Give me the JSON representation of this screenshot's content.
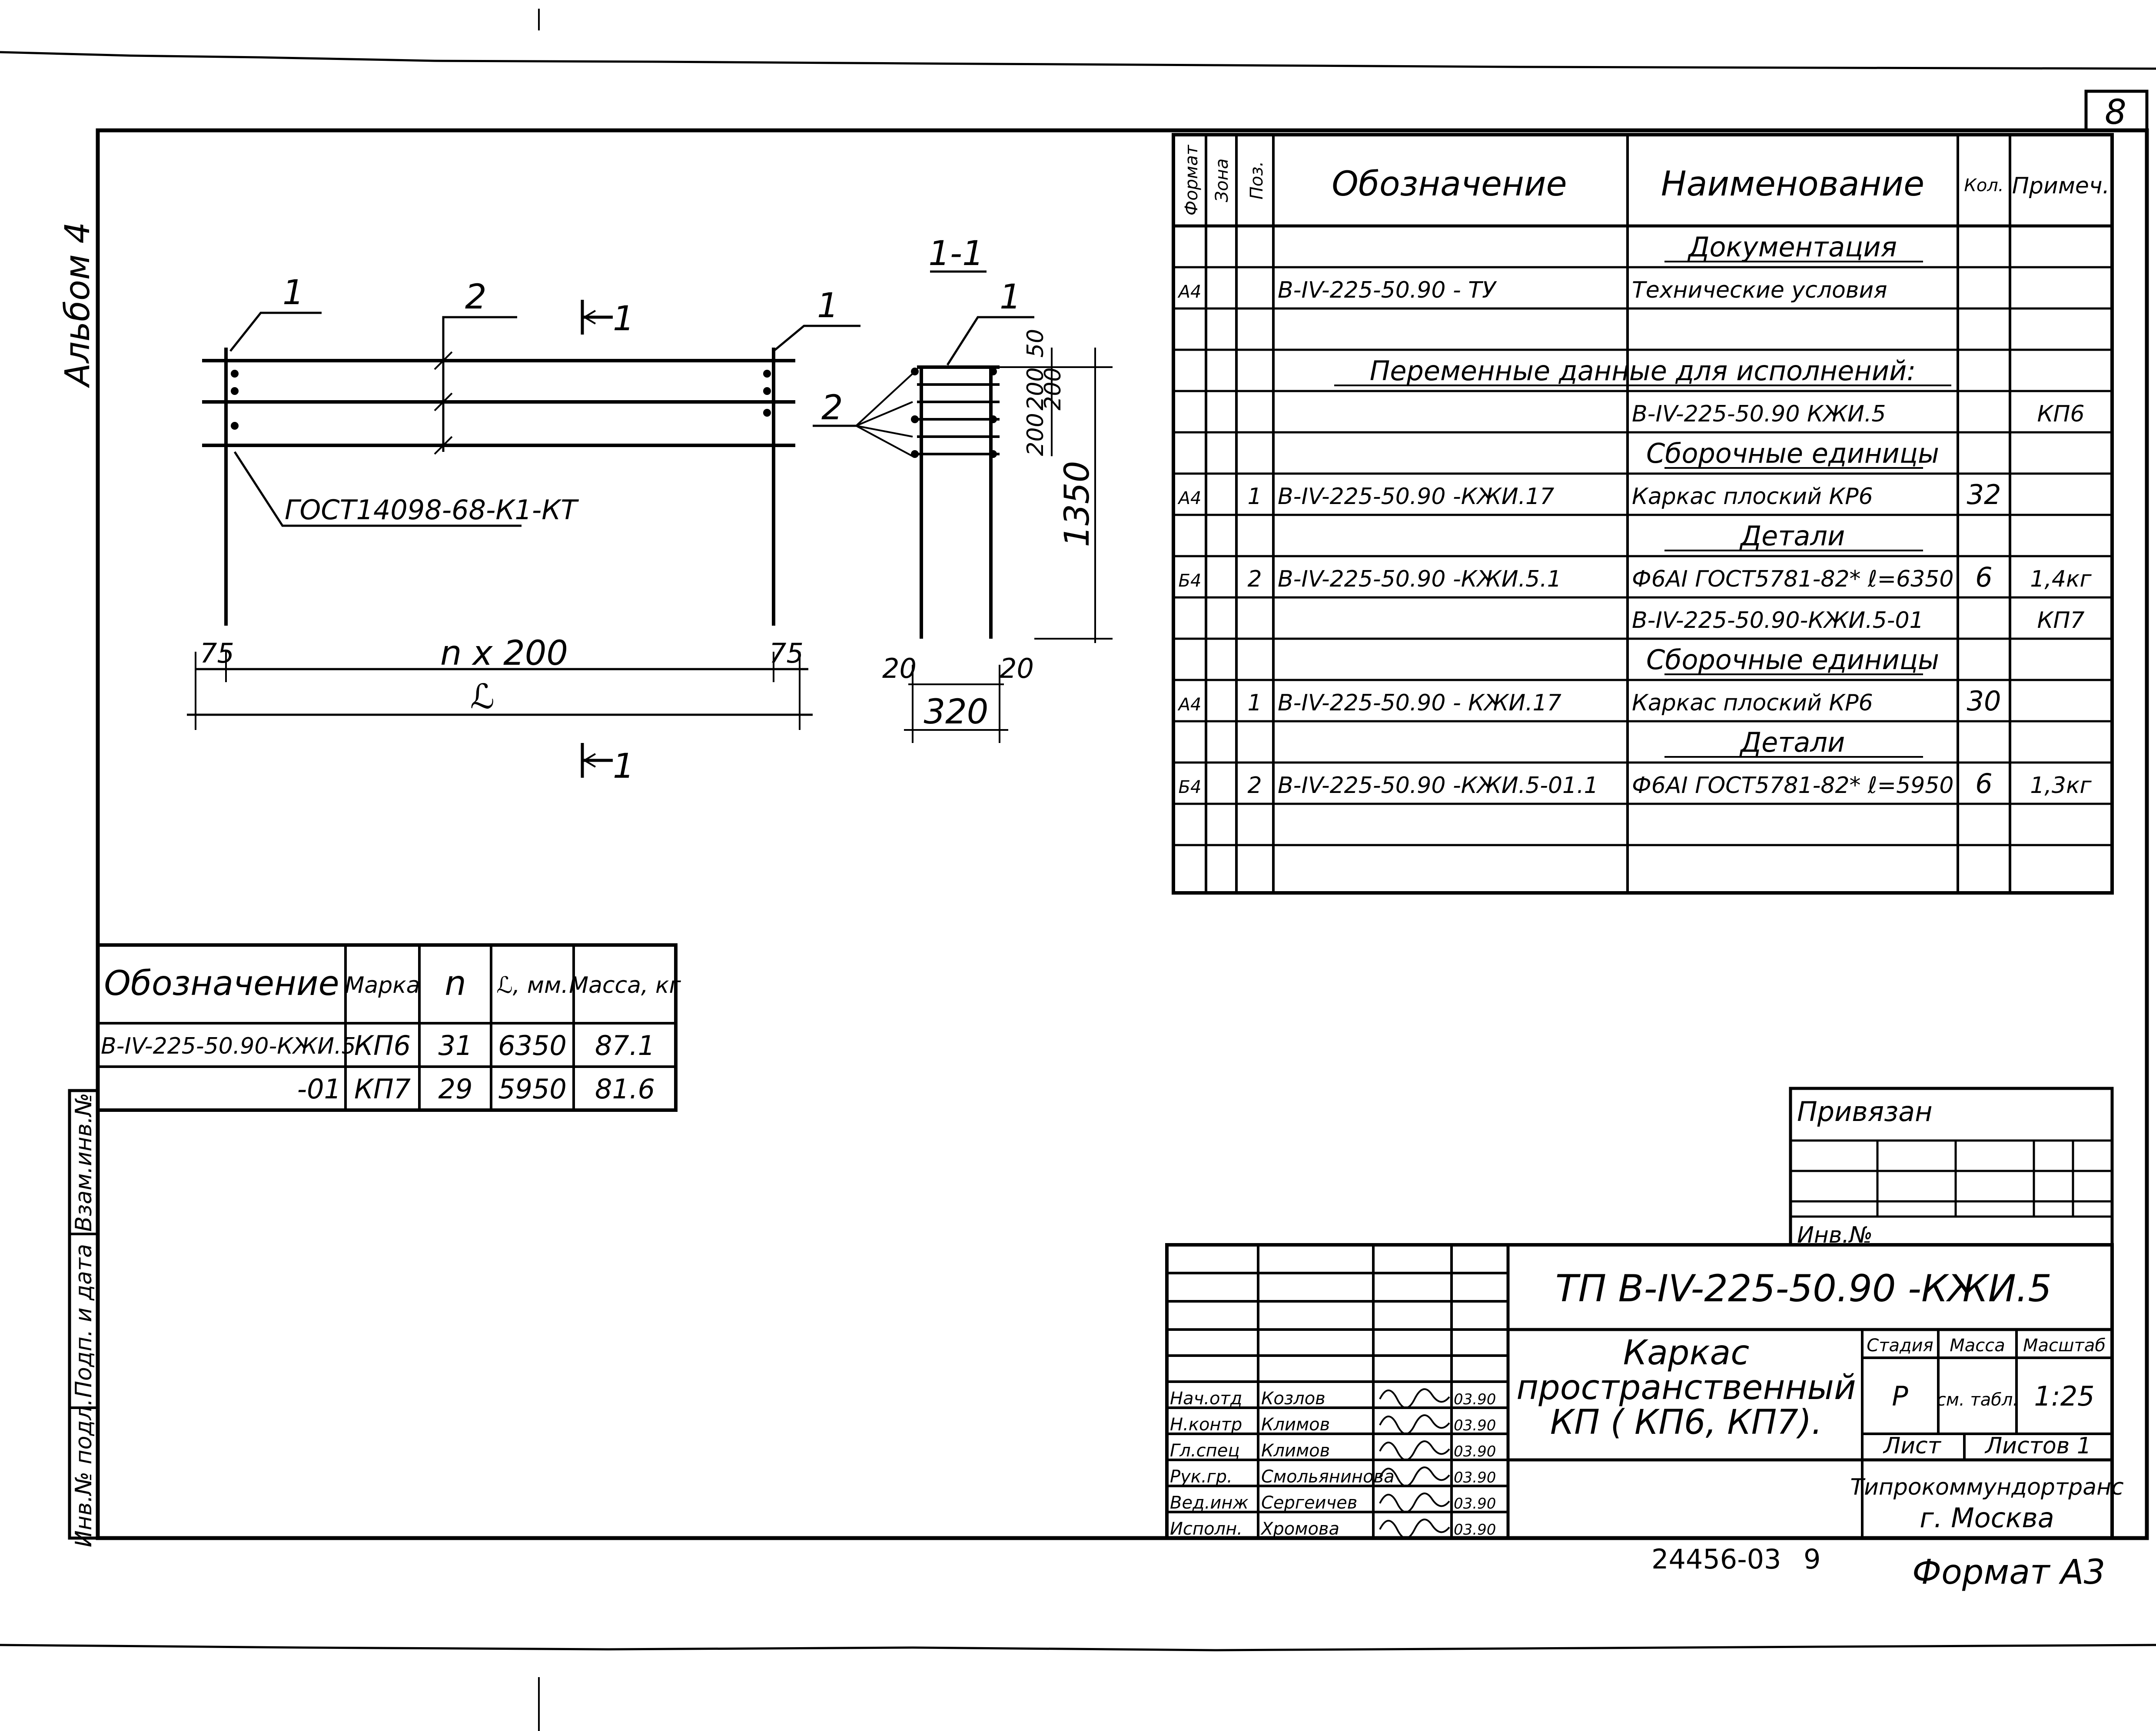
{
  "sheet": {
    "page_number": "8",
    "album": "Альбом 4",
    "format": "Формат А3",
    "inventory_stamp": "24456-03",
    "inventory_copy": "9"
  },
  "drawing": {
    "callout_1": "1",
    "callout_2": "2",
    "section_mark": "1",
    "weld_note": "ГОСТ14098-68-К1-КТ",
    "dim_end_left": "75",
    "dim_end_right": "75",
    "dim_pitch": "n x 200",
    "dim_total": "ℒ",
    "section_title": "1-1",
    "section_callout_1": "1",
    "section_callout_2": "2",
    "section_dim_top": "50",
    "section_dim_mid_a": "200",
    "section_dim_mid_b": "200",
    "section_dim_lower": "200",
    "section_dim_height": "1350",
    "section_dim_edge_left": "20",
    "section_dim_edge_right": "20",
    "section_dim_width": "320"
  },
  "spec_table": {
    "headers": [
      "Формат",
      "Зона",
      "Поз.",
      "Обозначение",
      "Наименование",
      "Кол.",
      "Примеч."
    ],
    "rows": [
      {
        "format": "",
        "zone": "",
        "pos": "",
        "designation": "",
        "name": "Документация",
        "qty": "",
        "note": "",
        "kind": "section"
      },
      {
        "format": "А4",
        "zone": "",
        "pos": "",
        "designation": "В-IV-225-50.90 - ТУ",
        "name": "Технические условия",
        "qty": "",
        "note": "",
        "kind": "item"
      },
      {
        "format": "",
        "zone": "",
        "pos": "",
        "designation": "",
        "name": "",
        "qty": "",
        "note": "",
        "kind": "blank"
      },
      {
        "format": "",
        "zone": "",
        "pos": "",
        "designation": "",
        "name": "Переменные данные для исполнений:",
        "qty": "",
        "note": "",
        "kind": "wide"
      },
      {
        "format": "",
        "zone": "",
        "pos": "",
        "designation": "",
        "name": "В-IV-225-50.90 КЖИ.5",
        "qty": "",
        "note": "КП6",
        "kind": "item"
      },
      {
        "format": "",
        "zone": "",
        "pos": "",
        "designation": "",
        "name": "Сборочные единицы",
        "qty": "",
        "note": "",
        "kind": "section"
      },
      {
        "format": "А4",
        "zone": "",
        "pos": "1",
        "designation": "В-IV-225-50.90 -КЖИ.17",
        "name": "Каркас плоский КР6",
        "qty": "32",
        "note": "",
        "kind": "item"
      },
      {
        "format": "",
        "zone": "",
        "pos": "",
        "designation": "",
        "name": "Детали",
        "qty": "",
        "note": "",
        "kind": "section"
      },
      {
        "format": "Б4",
        "zone": "",
        "pos": "2",
        "designation": "В-IV-225-50.90 -КЖИ.5.1",
        "name": "Ф6АI ГОСТ5781-82* ℓ=6350",
        "qty": "6",
        "note": "1,4кг",
        "kind": "item"
      },
      {
        "format": "",
        "zone": "",
        "pos": "",
        "designation": "",
        "name": "В-IV-225-50.90-КЖИ.5-01",
        "qty": "",
        "note": "КП7",
        "kind": "item"
      },
      {
        "format": "",
        "zone": "",
        "pos": "",
        "designation": "",
        "name": "Сборочные единицы",
        "qty": "",
        "note": "",
        "kind": "section"
      },
      {
        "format": "А4",
        "zone": "",
        "pos": "1",
        "designation": "В-IV-225-50.90 - КЖИ.17",
        "name": "Каркас плоский КР6",
        "qty": "30",
        "note": "",
        "kind": "item"
      },
      {
        "format": "",
        "zone": "",
        "pos": "",
        "designation": "",
        "name": "Детали",
        "qty": "",
        "note": "",
        "kind": "section"
      },
      {
        "format": "Б4",
        "zone": "",
        "pos": "2",
        "designation": "В-IV-225-50.90 -КЖИ.5-01.1",
        "name": "Ф6АI ГОСТ5781-82* ℓ=5950",
        "qty": "6",
        "note": "1,3кг",
        "kind": "item"
      },
      {
        "format": "",
        "zone": "",
        "pos": "",
        "designation": "",
        "name": "",
        "qty": "",
        "note": "",
        "kind": "blank"
      },
      {
        "format": "",
        "zone": "",
        "pos": "",
        "designation": "",
        "name": "",
        "qty": "",
        "note": "",
        "kind": "blank"
      }
    ]
  },
  "variants_table": {
    "headers": [
      "Обозначение",
      "Марка",
      "n",
      "ℒ, мм.",
      "Масса, кг"
    ],
    "rows": [
      [
        "В-IV-225-50.90-КЖИ.5",
        "КП6",
        "31",
        "6350",
        "87.1"
      ],
      [
        "-01",
        "КП7",
        "29",
        "5950",
        "81.6"
      ]
    ]
  },
  "side_stamp": {
    "labels": [
      "Взам.инв.№",
      "Подп. и дата",
      "Инв.№ подл."
    ]
  },
  "binding": {
    "title": "Привязан",
    "inv_label": "Инв.№"
  },
  "title_block": {
    "code": "ТП В-IV-225-50.90 -КЖИ.5",
    "name_lines": [
      "Каркас",
      "пространственный",
      "КП ( КП6, КП7)."
    ],
    "stage_label": "Стадия",
    "mass_label": "Масса",
    "scale_label": "Масштаб",
    "stage": "Р",
    "mass": "см. табл.",
    "scale": "1:25",
    "sheet_label": "Лист",
    "sheets_label": "Листов 1",
    "organization": [
      "Типрокоммундортранс",
      "г. Москва"
    ],
    "staff": [
      {
        "role": "Нач.отд",
        "name": "Козлов",
        "date": "03.90"
      },
      {
        "role": "Н.контр",
        "name": "Климов",
        "date": "03.90"
      },
      {
        "role": "Гл.спец",
        "name": "Климов",
        "date": "03.90"
      },
      {
        "role": "Рук.гр.",
        "name": "Смольянинова",
        "date": "03.90"
      },
      {
        "role": "Вед.инж",
        "name": "Сергеичев",
        "date": "03.90"
      },
      {
        "role": "Исполн.",
        "name": "Хромова",
        "date": "03.90"
      }
    ]
  }
}
